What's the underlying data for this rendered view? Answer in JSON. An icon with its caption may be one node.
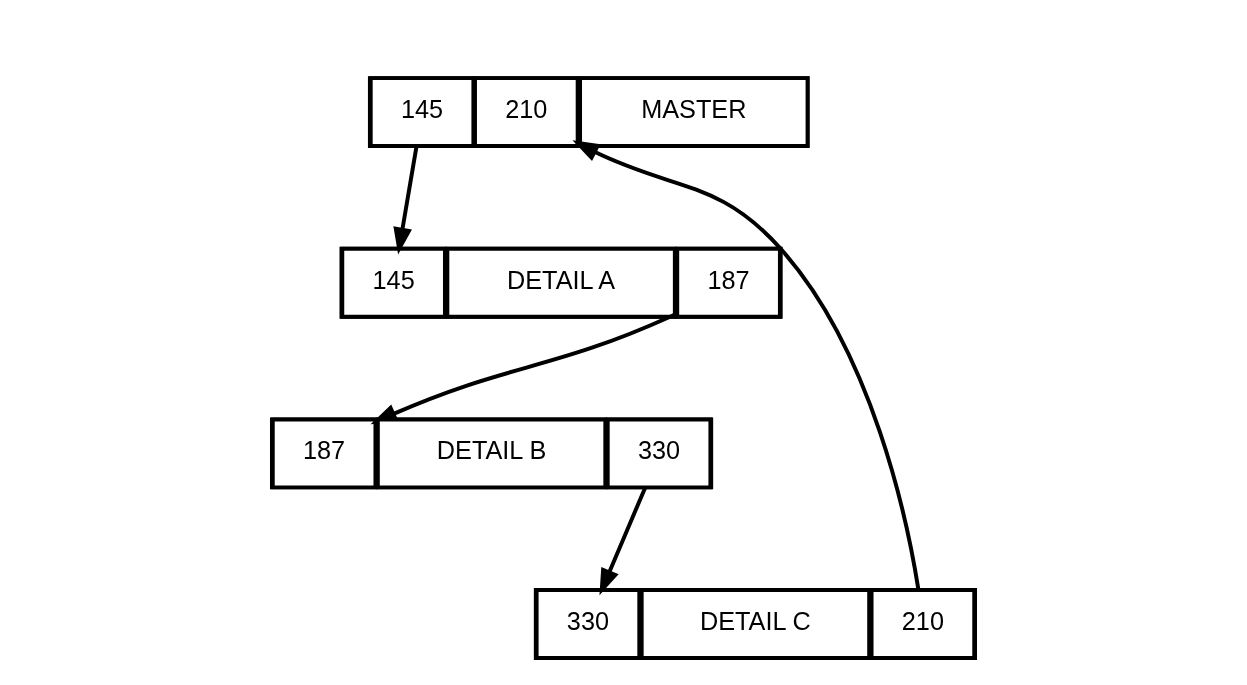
{
  "diagram": {
    "nodes": [
      {
        "text": [],
        "shape": "box"
      },
      {
        "text": [
          "210"
        ],
        "in": 0
      },
      {
        "text": [
          "MASTER"
        ],
        "in": 0
      },
      {
        "text": [
          "145"
        ],
        "in": 0
      },
      {
        "text": [],
        "shape": "box"
      },
      {
        "text": [
          "145"
        ],
        "in": 4
      },
      {
        "text": [
          "DETAIL A"
        ],
        "in": 4
      },
      {
        "text": [
          "187"
        ],
        "in": 4
      },
      {
        "text": [],
        "shape": "box"
      },
      {
        "text": [
          "330"
        ],
        "in": 8
      },
      {
        "text": [
          "DETAIL C"
        ],
        "in": 8
      },
      {
        "text": [
          "210"
        ],
        "in": 8
      },
      {
        "text": [],
        "shape": "box"
      },
      {
        "text": [
          "187"
        ],
        "in": 12
      },
      {
        "text": [
          "DETAIL B"
        ],
        "in": 12
      },
      {
        "text": [
          "330"
        ],
        "in": 12
      }
    ],
    "edges": [
      {
        "from": 3,
        "to": 5,
        "arrow": "to"
      },
      {
        "from": 7,
        "to": 13,
        "arrow": "to"
      },
      {
        "from": 15,
        "to": 9,
        "arrow": "to"
      },
      {
        "from": 11,
        "to": 1,
        "arrow": "to"
      }
    ]
  }
}
